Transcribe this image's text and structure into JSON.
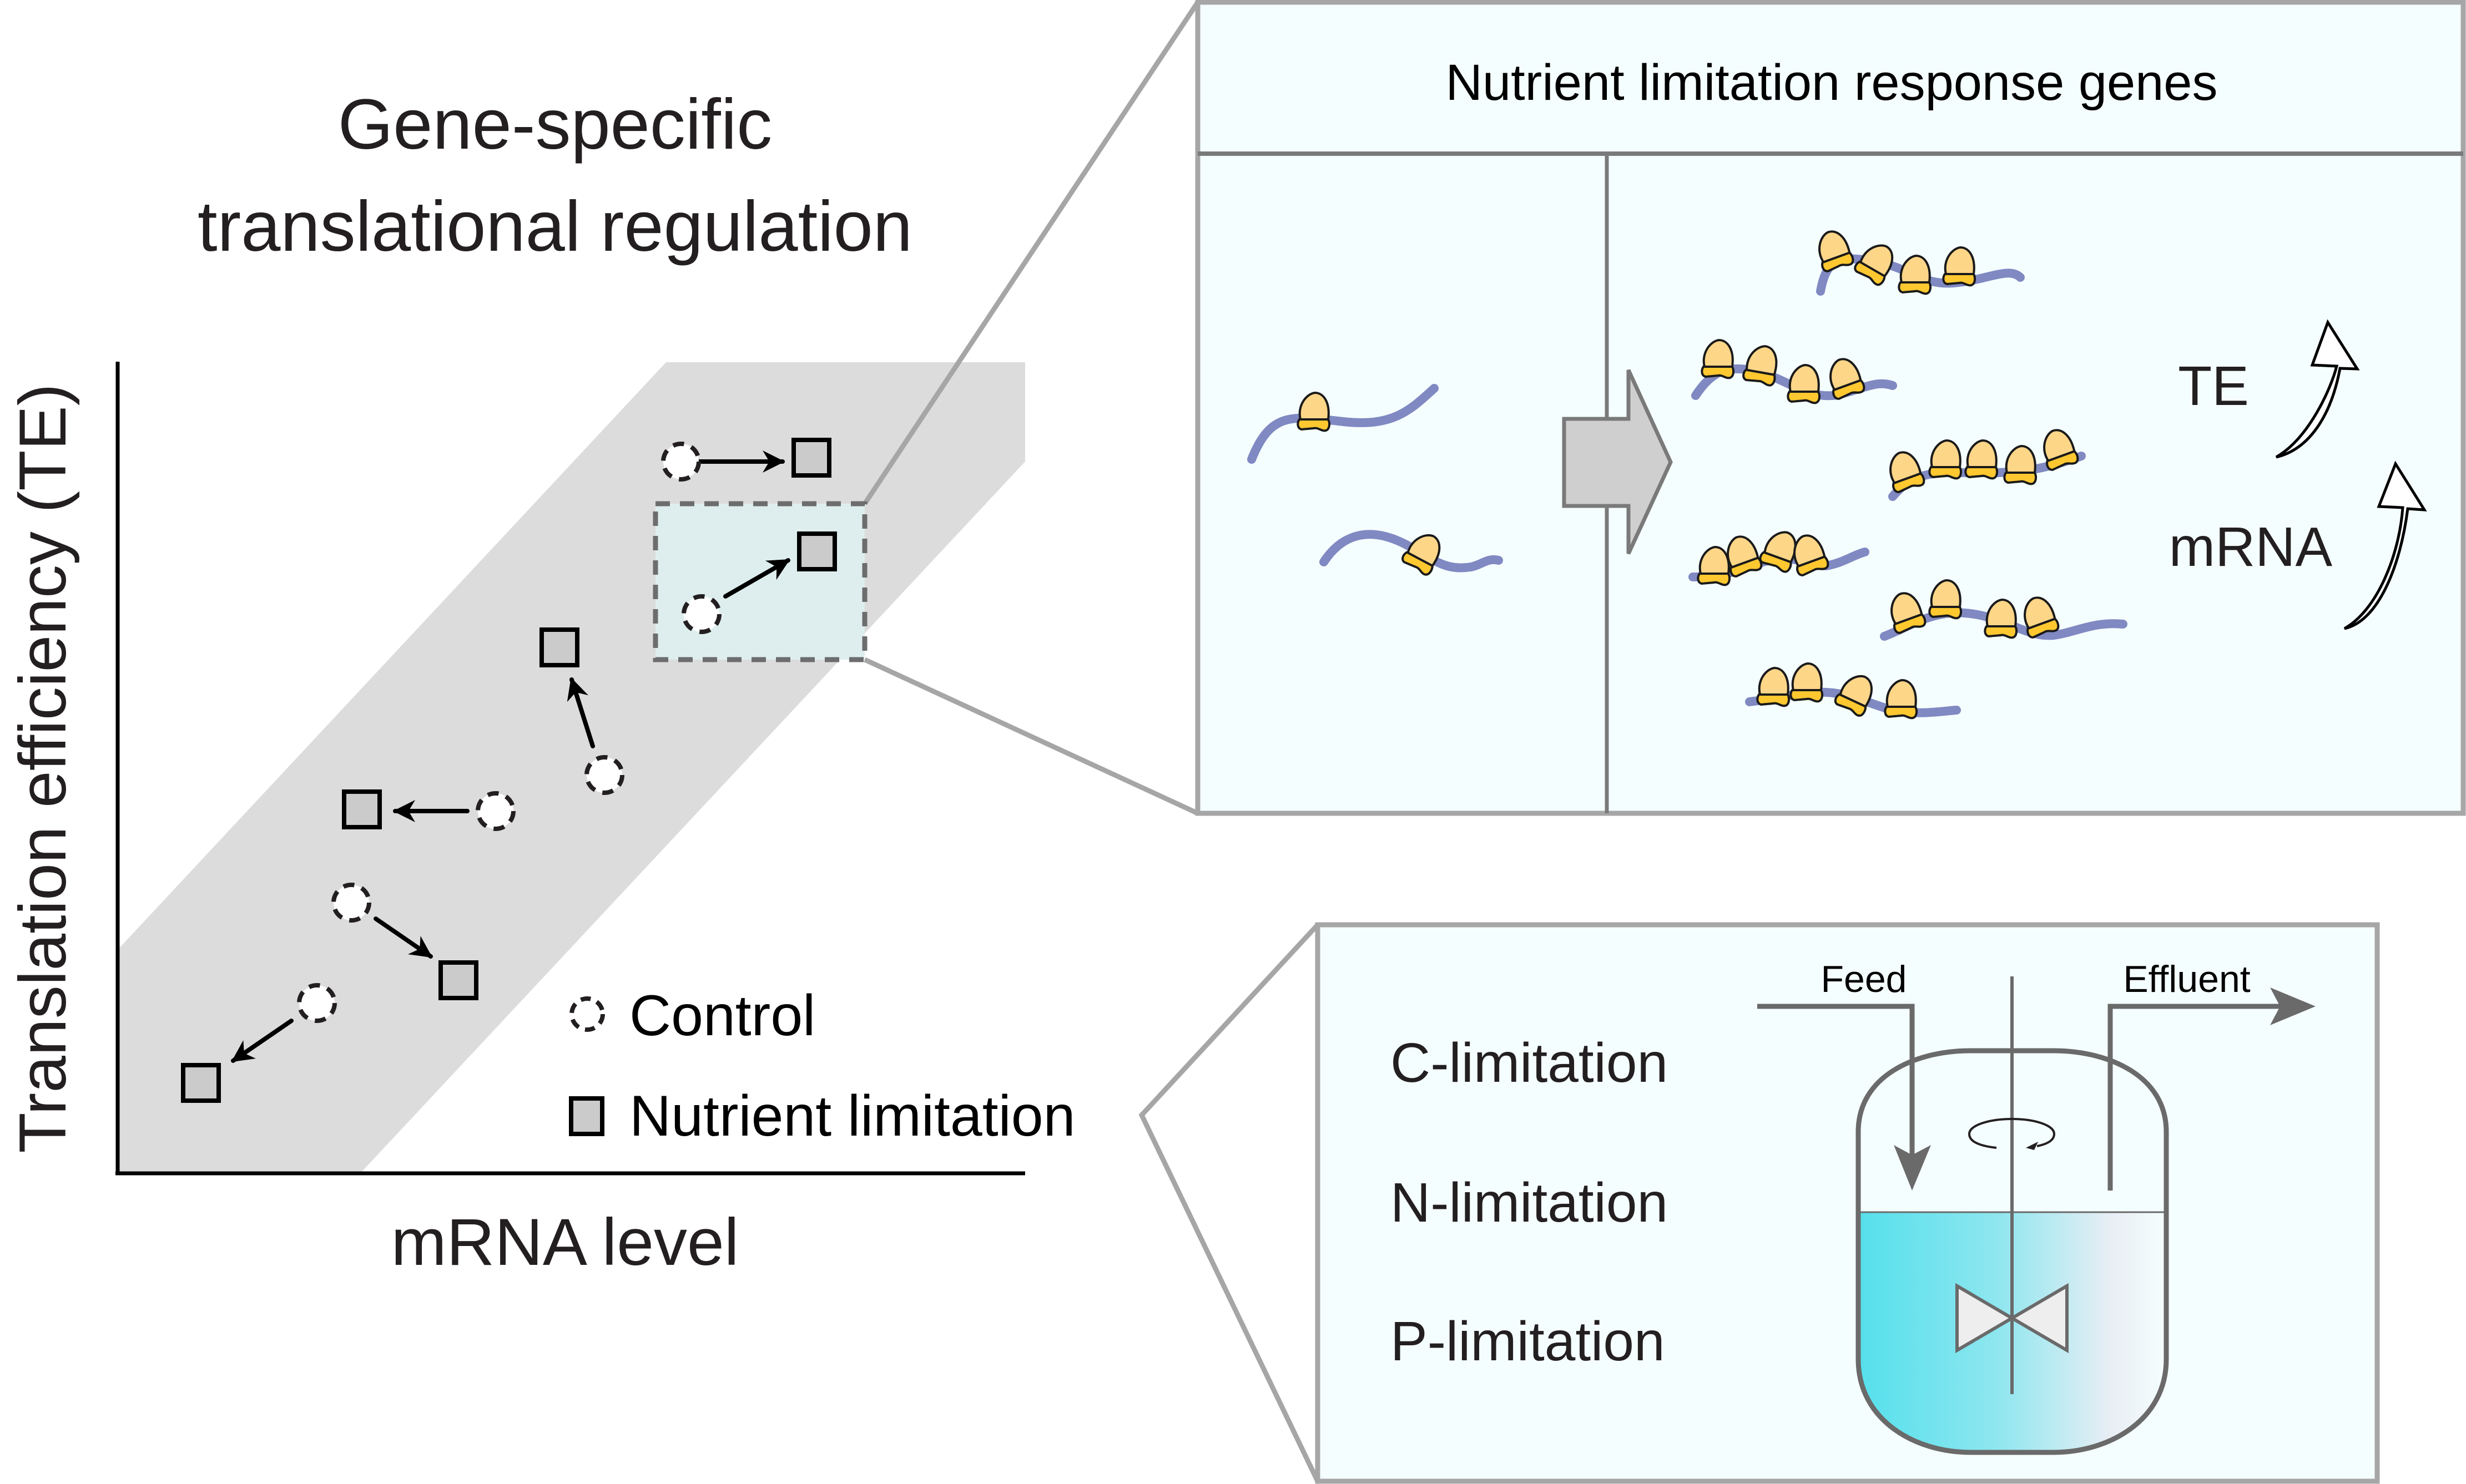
{
  "title": {
    "line1": "Gene-specific",
    "line2": "translational regulation"
  },
  "plot": {
    "y_axis_label": "Translation efficiency (TE)",
    "x_axis_label": "mRNA level",
    "legend": {
      "control_label": "Control",
      "nutrient_label": "Nutrient limitation"
    },
    "gene_shifts": [
      {
        "id": "gene-1",
        "from": "control",
        "to": "nutrient-limitation",
        "direction": "right",
        "highlighted": false
      },
      {
        "id": "gene-2",
        "from": "control",
        "to": "nutrient-limitation",
        "direction": "up-right",
        "highlighted": true
      },
      {
        "id": "gene-3",
        "from": "control",
        "to": "nutrient-limitation",
        "direction": "up-left",
        "highlighted": false
      },
      {
        "id": "gene-4",
        "from": "control",
        "to": "nutrient-limitation",
        "direction": "left",
        "highlighted": false
      },
      {
        "id": "gene-5",
        "from": "control",
        "to": "nutrient-limitation",
        "direction": "down-right",
        "highlighted": false
      },
      {
        "id": "gene-6",
        "from": "control",
        "to": "nutrient-limitation",
        "direction": "down-left",
        "highlighted": false
      }
    ]
  },
  "response_panel": {
    "title": "Nutrient limitation response genes",
    "te_label": "TE",
    "mrna_label": "mRNA",
    "before_transcripts": [
      1,
      1
    ],
    "after_transcripts": [
      4,
      4,
      5,
      4,
      4,
      4
    ]
  },
  "chemostat_panel": {
    "conditions": [
      {
        "label": "C-limitation",
        "color": "#e03333"
      },
      {
        "label": "N-limitation",
        "color": "#2399cf"
      },
      {
        "label": "P-limitation",
        "color": "#00966a"
      }
    ],
    "feed_label": "Feed",
    "effluent_label": "Effluent"
  },
  "colors": {
    "panel_bg": "#f5fefe",
    "panel_border": "#a6a6a6",
    "panel_divider": "#7a7a7a",
    "band": "#dcdcdc",
    "highlight_box": "#deeeee",
    "marker_fill": "#cbcbcb",
    "mrna": "#8089c2",
    "ribosome_large": "#fed688",
    "ribosome_small": "#ffc830",
    "vessel_stroke": "#6a6a6a",
    "liquid_start": "#55e0ec",
    "liquid_end": "#f3fbfb"
  }
}
